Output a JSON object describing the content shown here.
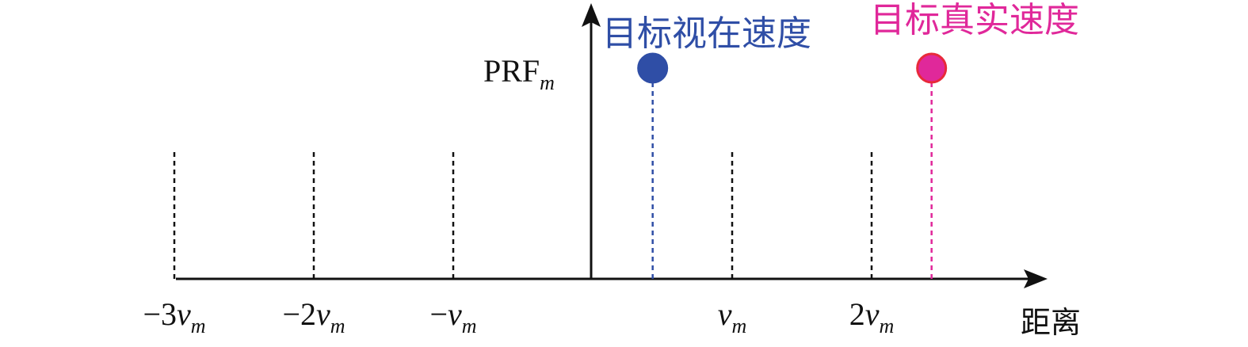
{
  "y_axis_label": {
    "main": "PRF",
    "sub": "m"
  },
  "x_axis_label": "距离",
  "ticks": [
    {
      "prefix": "−3",
      "var": "v",
      "sub": "m",
      "value": -3
    },
    {
      "prefix": "−2",
      "var": "v",
      "sub": "m",
      "value": -2
    },
    {
      "prefix": "−",
      "var": "v",
      "sub": "m",
      "value": -1
    },
    {
      "prefix": "",
      "var": "v",
      "sub": "m",
      "value": 1
    },
    {
      "prefix": "2",
      "var": "v",
      "sub": "m",
      "value": 2
    }
  ],
  "apparent": {
    "label": "目标视在速度",
    "value": 0.43,
    "color": "#2f4ea6"
  },
  "true": {
    "label": "目标真实速度",
    "value": 2.43,
    "color": "#e0289a",
    "stroke": "#e82a3a"
  }
}
